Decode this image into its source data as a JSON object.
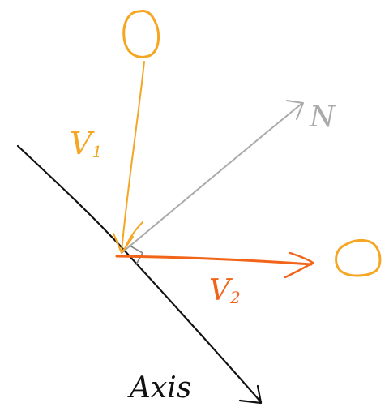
{
  "colors": {
    "v1": "#f5a623",
    "v2": "#f26419",
    "normal": "#aaaaaa",
    "axis": "#111111",
    "background": "#ffffff"
  },
  "labels": {
    "v1": "V",
    "v1_sub": "1",
    "v2": "V",
    "v2_sub": "2",
    "normal": "N",
    "axis": "Axis"
  }
}
